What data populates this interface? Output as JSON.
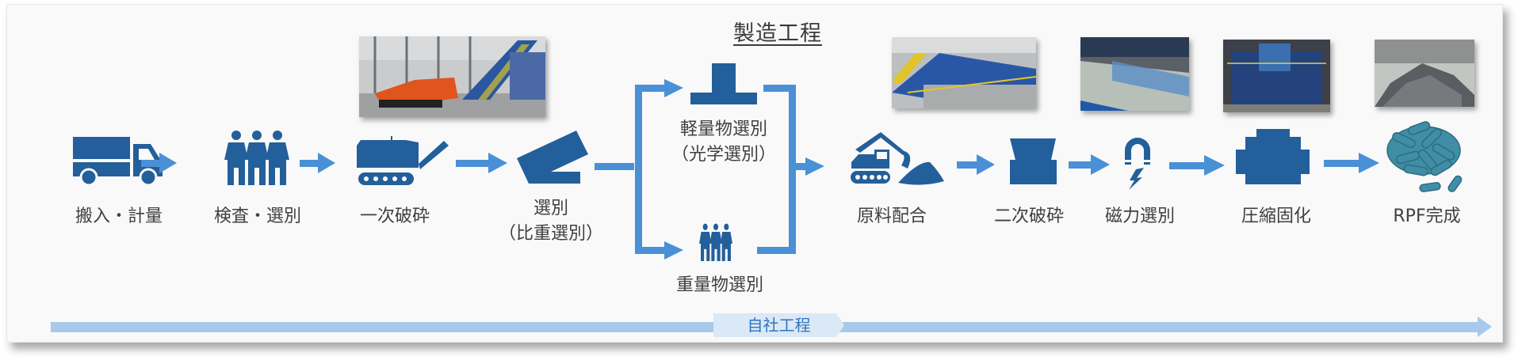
{
  "title": "製造工程",
  "colors": {
    "icon": "#235f9b",
    "arrow": "#4a90d6",
    "rpf": "#3f8ea6",
    "bottom_bar": "#a7caec",
    "bottom_label_bg": "#dbe8f6",
    "bottom_label_text": "#2f74c0",
    "text": "#404040"
  },
  "steps": [
    {
      "label": "搬入・計量",
      "icon": "truck-icon"
    },
    {
      "label": "検査・選別",
      "icon": "people-icon"
    },
    {
      "label": "一次破砕",
      "icon": "crusher-icon"
    },
    {
      "label_line1": "選別",
      "label_line2": "（比重選別）",
      "icon": "sorter-icon"
    },
    {
      "label_line1": "軽量物選別",
      "label_line2": "（光学選別）",
      "icon": "optical-sorter-icon"
    },
    {
      "label": "重量物選別",
      "icon": "people-icon"
    },
    {
      "label": "原料配合",
      "icon": "excavator-icon"
    },
    {
      "label": "二次破砕",
      "icon": "secondary-crusher-icon"
    },
    {
      "label": "磁力選別",
      "icon": "magnet-icon"
    },
    {
      "label": "圧縮固化",
      "icon": "compressor-icon"
    },
    {
      "label": "RPF完成",
      "icon": "rpf-pellets-icon"
    }
  ],
  "photos": [
    {
      "name": "primary-crusher-photo",
      "caption": ""
    },
    {
      "name": "blending-line-photo",
      "caption": ""
    },
    {
      "name": "magnetic-separator-photo",
      "caption": ""
    },
    {
      "name": "compression-machine-photo",
      "caption": ""
    },
    {
      "name": "rpf-pile-photo",
      "caption": ""
    }
  ],
  "bottom": {
    "label": "自社工程"
  }
}
